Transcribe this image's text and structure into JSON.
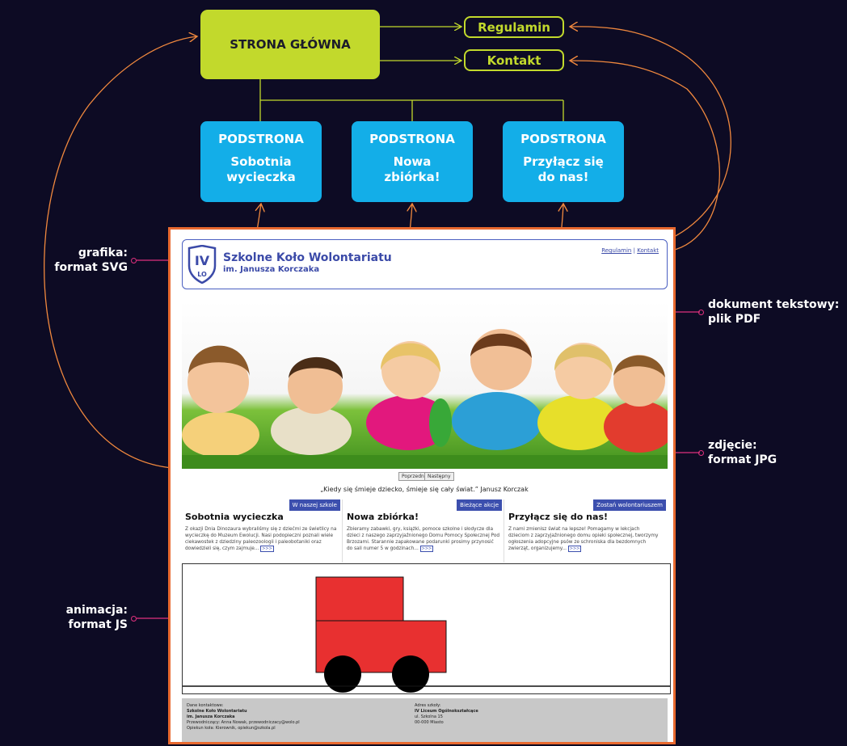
{
  "diagram": {
    "home": "STRONA GŁÓWNA",
    "pages": [
      "Regulamin",
      "Kontakt"
    ],
    "subpages": [
      {
        "header": "PODSTRONA",
        "title": "Sobotnia\nwycieczka"
      },
      {
        "header": "PODSTRONA",
        "title": "Nowa\nzbiórka!"
      },
      {
        "header": "PODSTRONA",
        "title": "Przyłącz się\ndo nas!"
      }
    ],
    "labels": {
      "svg": "grafika:\nformat SVG",
      "pdf": "dokument tekstowy:\nplik PDF",
      "jpg": "zdjęcie:\nformat JPG",
      "js": "animacja:\nformat JS"
    },
    "colors": {
      "background": "#0d0b24",
      "home": "#c2d92c",
      "subpage": "#13aee8",
      "arrow_orange": "#f0883e",
      "arrow_pink": "#e0307d",
      "frame": "#e8692f"
    }
  },
  "site": {
    "logo_text": "IV",
    "logo_sub": "LO",
    "title": "Szkolne Koło Wolontariatu",
    "subtitle": "im. Janusza Korczaka",
    "links": {
      "regulamin": "Regulamin",
      "sep": "|",
      "kontakt": "Kontakt"
    },
    "slider": {
      "prev": "Poprzedni",
      "next": "Następny"
    },
    "quote": "„Kiedy się śmieje dziecko, śmieje się cały świat.” Janusz Korczak",
    "columns": [
      {
        "tag": "W naszej szkole",
        "title": "Sobotnia wycieczka",
        "text": "Z okazji Dnia Dinozaura wybraliśmy się z dziećmi ze świetlicy na wycieczkę do Muzeum Ewolucji. Nasi podopieczni poznali wiele ciekawostek z dziedziny paleozoologii i paleobotaniki oraz dowiedzieli się, czym zajmuje...",
        "more": ">>>"
      },
      {
        "tag": "Bieżące akcje",
        "title": "Nowa zbiórka!",
        "text": "Zbieramy zabawki, gry, książki, pomoce szkolne i słodycze dla dzieci z naszego zaprzyjaźnionego Domu Pomocy Społecznej Pod Brzozami. Starannie zapakowane podarunki prosimy przynosić do sali numer 5 w godzinach...",
        "more": ">>>"
      },
      {
        "tag": "Zostań wolontariuszem",
        "title": "Przyłącz się do nas!",
        "text": "Z nami zmienisz świat na lepsze! Pomagamy w lekcjach dzieciom z zaprzyjaźnionego domu opieki społecznej, tworzymy ogłoszenia adopcyjne psów ze schroniska dla bezdomnych zwierząt, organizujemy...",
        "more": ">>>"
      }
    ],
    "footer": {
      "left": [
        "Dane kontaktowe:",
        "Szkolne Koło Wolontariatu",
        "im. Janusza Korczaka",
        "Przewodniczący: Anna Nowak, przewodniczacy@wolo.pl",
        "Opiekun koła: Kierownik, opiekun@szkola.pl"
      ],
      "right": [
        "Adres szkoły:",
        "IV Liceum Ogólnokształcące",
        "ul. Szkolna 15",
        "00-000 Miasto"
      ]
    }
  }
}
